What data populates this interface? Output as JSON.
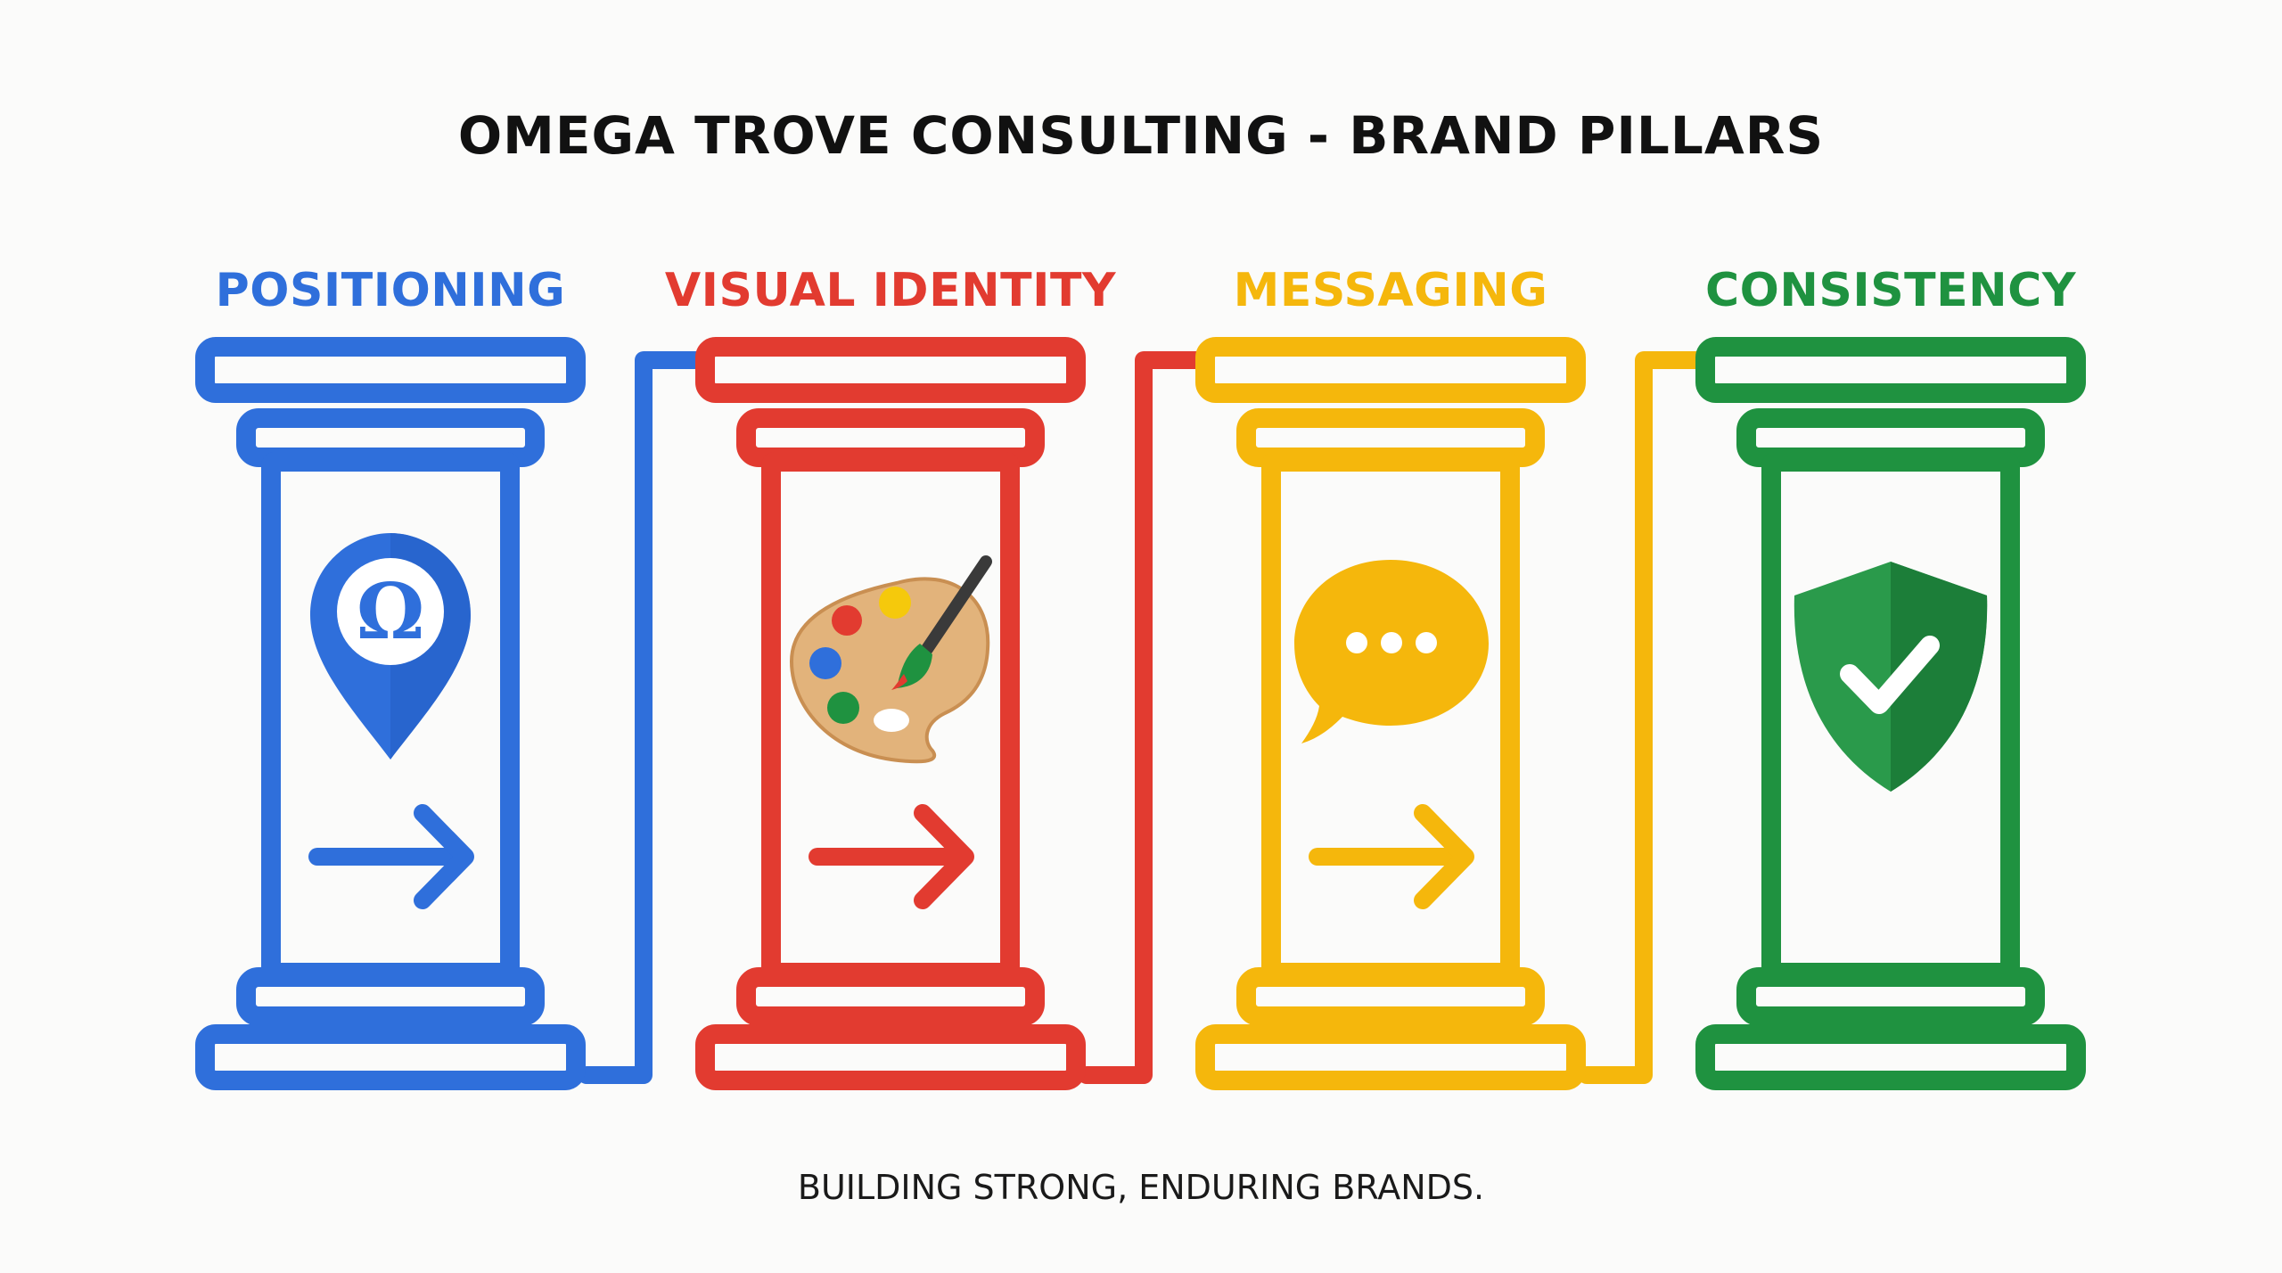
{
  "title": "OMEGA TROVE CONSULTING - BRAND PILLARS",
  "footer": "BUILDING STRONG, ENDURING BRANDS.",
  "pillars": [
    {
      "label": "POSITIONING",
      "color": "#2f6fdb",
      "icon": "location-omega-pin-icon"
    },
    {
      "label": "VISUAL IDENTITY",
      "color": "#e23b30",
      "icon": "paint-palette-icon"
    },
    {
      "label": "MESSAGING",
      "color": "#f5b70c",
      "icon": "speech-bubble-icon"
    },
    {
      "label": "CONSISTENCY",
      "color": "#1f9240",
      "icon": "shield-check-icon"
    }
  ],
  "arrows": [
    "arrow-right-icon",
    "arrow-right-icon",
    "arrow-right-icon"
  ],
  "pin_glyph": "Ω"
}
